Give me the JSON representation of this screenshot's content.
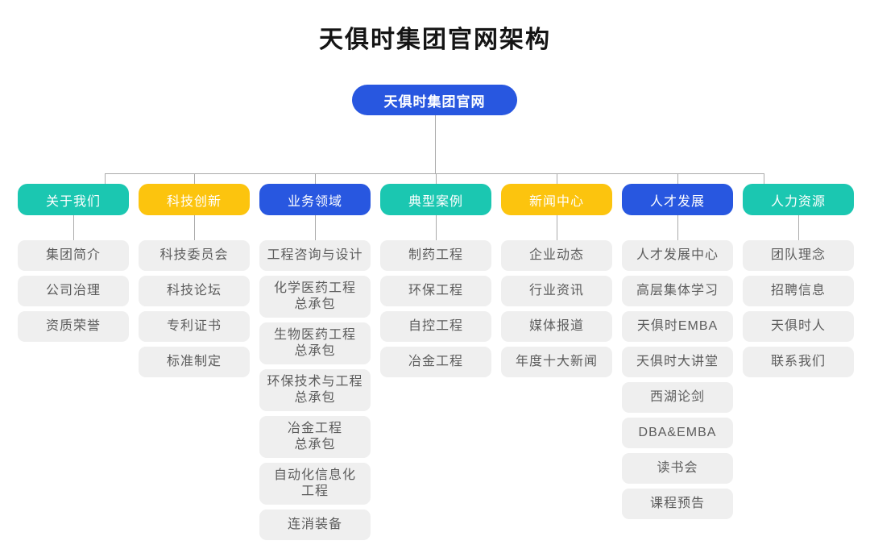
{
  "title": "天俱时集团官网架构",
  "root": {
    "label": "天俱时集团官网"
  },
  "colors": {
    "blue": "#2857e0",
    "teal": "#1bc7b1",
    "yellow": "#fcc40e",
    "child_bg": "#efefef",
    "child_text": "#5c5c5c",
    "line": "#ababab",
    "title_text": "#141414",
    "node_text": "#ffffff"
  },
  "columns": [
    {
      "label": "关于我们",
      "color": "teal",
      "items": [
        {
          "label": "集团简介"
        },
        {
          "label": "公司治理"
        },
        {
          "label": "资质荣誉"
        }
      ]
    },
    {
      "label": "科技创新",
      "color": "yellow",
      "items": [
        {
          "label": "科技委员会"
        },
        {
          "label": "科技论坛"
        },
        {
          "label": "专利证书"
        },
        {
          "label": "标准制定"
        }
      ]
    },
    {
      "label": "业务领域",
      "color": "blue",
      "items": [
        {
          "label": "工程咨询与设计"
        },
        {
          "label": "化学医药工程\n总承包"
        },
        {
          "label": "生物医药工程\n总承包"
        },
        {
          "label": "环保技术与工程\n总承包"
        },
        {
          "label": "冶金工程\n总承包"
        },
        {
          "label": "自动化信息化\n工程"
        },
        {
          "label": "连消装备"
        }
      ]
    },
    {
      "label": "典型案例",
      "color": "teal",
      "items": [
        {
          "label": "制药工程"
        },
        {
          "label": "环保工程"
        },
        {
          "label": "自控工程"
        },
        {
          "label": "冶金工程"
        }
      ]
    },
    {
      "label": "新闻中心",
      "color": "yellow",
      "items": [
        {
          "label": "企业动态"
        },
        {
          "label": "行业资讯"
        },
        {
          "label": "媒体报道"
        },
        {
          "label": "年度十大新闻"
        }
      ]
    },
    {
      "label": "人才发展",
      "color": "blue",
      "items": [
        {
          "label": "人才发展中心"
        },
        {
          "label": "高层集体学习"
        },
        {
          "label": "天俱时EMBA"
        },
        {
          "label": "天俱时大讲堂"
        },
        {
          "label": "西湖论剑"
        },
        {
          "label": "DBA&EMBA"
        },
        {
          "label": "读书会"
        },
        {
          "label": "课程预告"
        }
      ]
    },
    {
      "label": "人力资源",
      "color": "teal",
      "items": [
        {
          "label": "团队理念"
        },
        {
          "label": "招聘信息"
        },
        {
          "label": "天俱时人"
        },
        {
          "label": "联系我们"
        }
      ]
    }
  ]
}
